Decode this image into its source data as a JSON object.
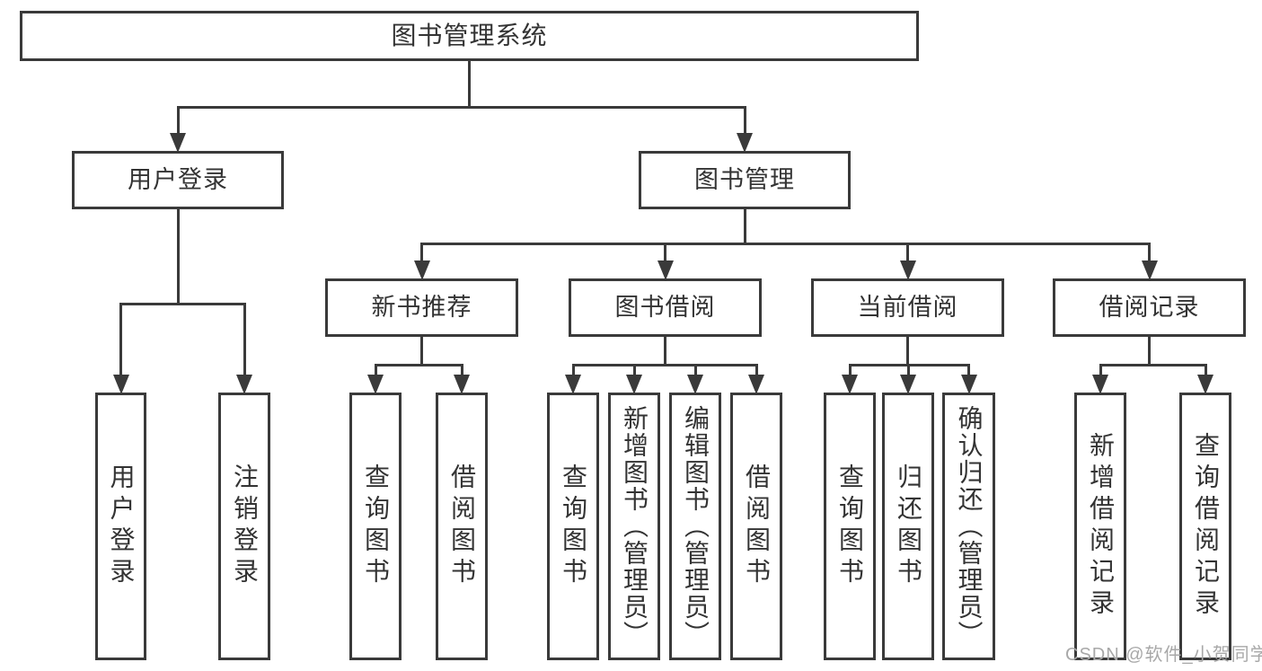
{
  "diagram": {
    "type": "hierarchy-flowchart",
    "title": "图书管理系统",
    "watermark": "CSDN @软件_小贺同学",
    "colors": {
      "line": "#3a3a3a",
      "text": "#333333",
      "background": "#ffffff",
      "watermark": "#a8a8a8"
    },
    "nodes": [
      {
        "id": "root",
        "label": "图书管理系统",
        "parent": null,
        "orientation": "horizontal"
      },
      {
        "id": "user-login",
        "label": "用户登录",
        "parent": "root",
        "orientation": "horizontal"
      },
      {
        "id": "book-mgmt",
        "label": "图书管理",
        "parent": "root",
        "orientation": "horizontal"
      },
      {
        "id": "user-login-leaf",
        "label": "用户登录",
        "parent": "user-login",
        "orientation": "vertical"
      },
      {
        "id": "logout-leaf",
        "label": "注销登录",
        "parent": "user-login",
        "orientation": "vertical"
      },
      {
        "id": "new-book-rec",
        "label": "新书推荐",
        "parent": "book-mgmt",
        "orientation": "horizontal"
      },
      {
        "id": "book-borrow",
        "label": "图书借阅",
        "parent": "book-mgmt",
        "orientation": "horizontal"
      },
      {
        "id": "current-borrow",
        "label": "当前借阅",
        "parent": "book-mgmt",
        "orientation": "horizontal"
      },
      {
        "id": "borrow-records",
        "label": "借阅记录",
        "parent": "book-mgmt",
        "orientation": "horizontal"
      },
      {
        "id": "nbr-query",
        "label": "查询图书",
        "parent": "new-book-rec",
        "orientation": "vertical"
      },
      {
        "id": "nbr-borrow",
        "label": "借阅图书",
        "parent": "new-book-rec",
        "orientation": "vertical"
      },
      {
        "id": "bb-query",
        "label": "查询图书",
        "parent": "book-borrow",
        "orientation": "vertical"
      },
      {
        "id": "bb-add",
        "label": "新增图书（管理员）",
        "parent": "book-borrow",
        "orientation": "vertical"
      },
      {
        "id": "bb-edit",
        "label": "编辑图书（管理员）",
        "parent": "book-borrow",
        "orientation": "vertical"
      },
      {
        "id": "bb-borrow",
        "label": "借阅图书",
        "parent": "book-borrow",
        "orientation": "vertical"
      },
      {
        "id": "cb-query",
        "label": "查询图书",
        "parent": "current-borrow",
        "orientation": "vertical"
      },
      {
        "id": "cb-return",
        "label": "归还图书",
        "parent": "current-borrow",
        "orientation": "vertical"
      },
      {
        "id": "cb-confirm",
        "label": "确认归还（管理员）",
        "parent": "current-borrow",
        "orientation": "vertical"
      },
      {
        "id": "br-add",
        "label": "新增借阅记录",
        "parent": "borrow-records",
        "orientation": "vertical"
      },
      {
        "id": "br-query",
        "label": "查询借阅记录",
        "parent": "borrow-records",
        "orientation": "vertical"
      }
    ]
  }
}
